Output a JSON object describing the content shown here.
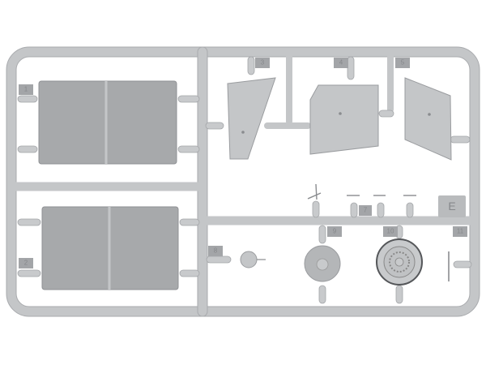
{
  "sprue": {
    "letter": "E",
    "part_numbers": [
      "1",
      "2",
      "3",
      "4",
      "5",
      "7",
      "8",
      "9",
      "10",
      "11"
    ]
  },
  "colors": {
    "plastic": "#c4c6c8",
    "panel": "#a7a9ab",
    "background": "#ffffff"
  }
}
